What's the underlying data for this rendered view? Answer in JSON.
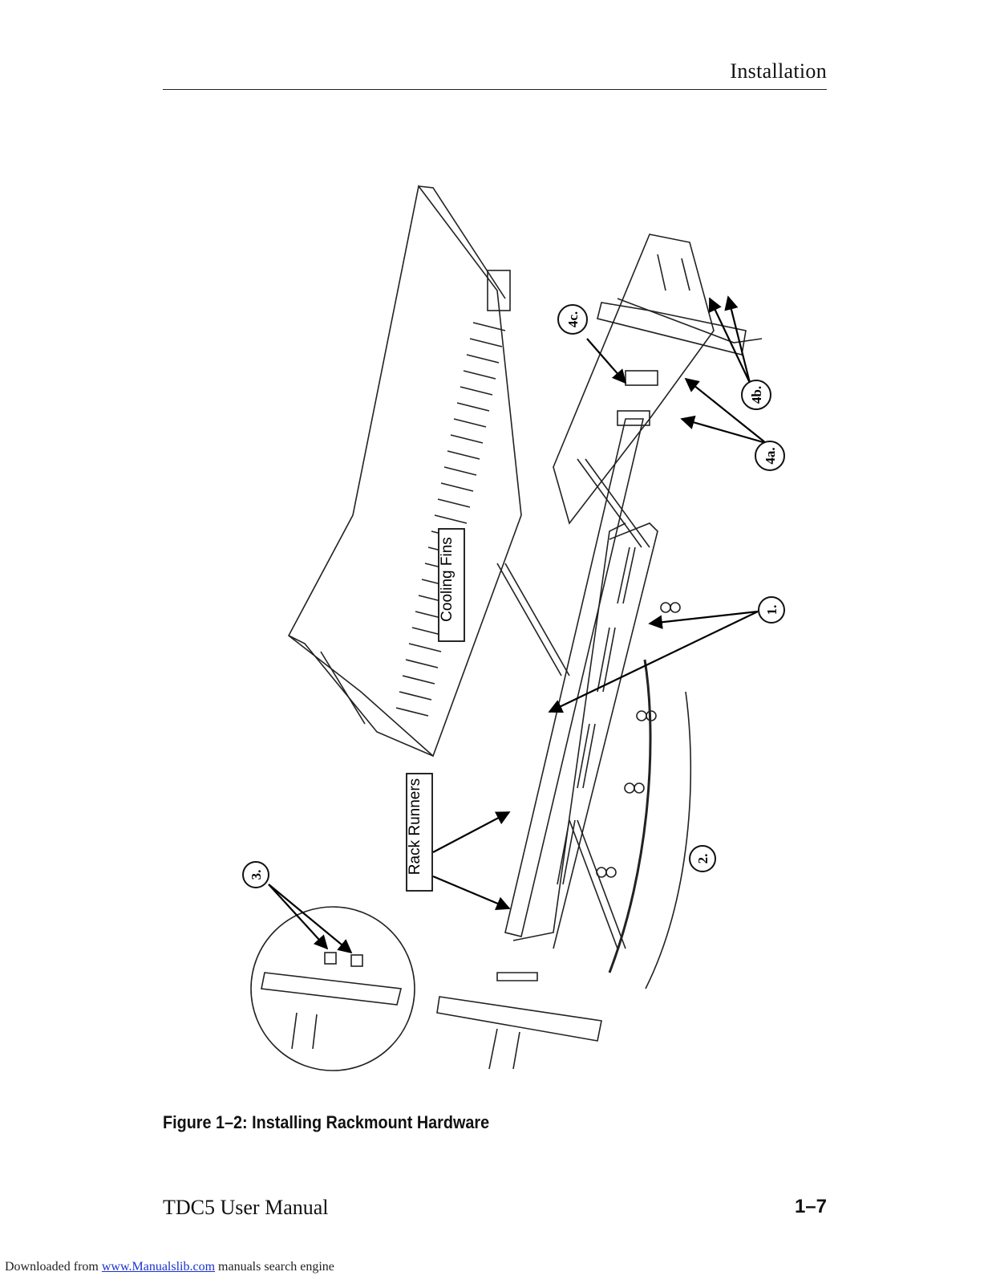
{
  "header": {
    "title": "Installation"
  },
  "figure": {
    "labels": {
      "cooling_fins": "Cooling Fins",
      "rack_runners": "Rack Runners",
      "callout_1": "1.",
      "callout_2": "2.",
      "callout_3": "3.",
      "callout_4a": "4a.",
      "callout_4b": "4b.",
      "callout_4c": "4c."
    },
    "caption": "Figure 1–2: Installing Rackmount Hardware"
  },
  "footer": {
    "manual": "TDC5 User Manual",
    "page": "1–7"
  },
  "download": {
    "prefix": "Downloaded from ",
    "link": "www.Manualslib.com",
    "suffix": " manuals search engine"
  }
}
